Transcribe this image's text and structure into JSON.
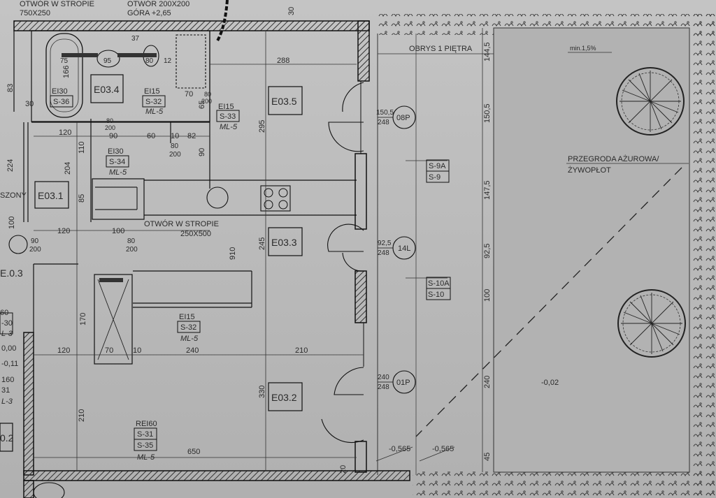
{
  "header": {
    "opening_left": "OTWÓR W STROPIE",
    "opening_left_size": "750X250",
    "opening_right": "OTWÓR 200X200",
    "opening_right_level": "GÓRA +2,65",
    "top_dim": "30"
  },
  "rooms": [
    {
      "id": "E03.4"
    },
    {
      "id": "E03.5"
    },
    {
      "id": "E03.1"
    },
    {
      "id": "E03.3"
    },
    {
      "id": "E03.2"
    },
    {
      "id": "E.0.3"
    },
    {
      "id": "0.2"
    }
  ],
  "wall_tags": [
    {
      "rating": "EI30",
      "code": "S-36"
    },
    {
      "rating": "EI15",
      "code": "S-32",
      "sub": "ML-5"
    },
    {
      "rating": "EI15",
      "code": "S-33",
      "sub": "ML-5"
    },
    {
      "rating": "EI30",
      "code": "S-34",
      "sub": "ML-5"
    },
    {
      "rating": "EI15",
      "code": "S-32",
      "sub": "ML-5"
    },
    {
      "rating": "REI60",
      "code": "S-31",
      "code2": "S-35",
      "sub": "ML-5"
    }
  ],
  "window_tags": [
    {
      "a": "S-9A",
      "b": "S-9"
    },
    {
      "a": "S-10A",
      "b": "S-10"
    }
  ],
  "door_tags": [
    {
      "size": "150,5",
      "height": "248",
      "code": "08P"
    },
    {
      "size": "92,5",
      "height": "248",
      "code": "14L"
    },
    {
      "size": "240",
      "height": "248",
      "code": "01P"
    }
  ],
  "labels": {
    "obrys": "OBRYS 1 PIĘTRA",
    "slope": "min.1,5%",
    "partition_1": "PRZEGRODA AŻUROWA/",
    "partition_2": "ŻYWOPŁOT",
    "opening_mid": "OTWÓR W STROPIE",
    "opening_mid_size": "250X500",
    "level_terrace": "-0,02",
    "level_a": "-0,565",
    "level_b": "-0,565",
    "left_word": "SZONY",
    "left_lvl1": "0,00",
    "left_lvl2": "-0,11",
    "left_code1": "-30",
    "left_code2": "31",
    "left_sub1": "L-3",
    "left_sub2": "L-3",
    "left_n1": "60",
    "left_n2": "160"
  },
  "dims": {
    "d288": "288",
    "d295": "295",
    "d910": "910",
    "d245": "245",
    "d330": "330",
    "d210a": "210",
    "d210b": "210",
    "d240": "240",
    "d650": "650",
    "d120a": "120",
    "d120b": "120",
    "d120c": "120",
    "d90a": "90",
    "d60": "60",
    "d10": "10",
    "d82": "82",
    "d90b": "90",
    "d204": "204",
    "d224": "224",
    "d110": "110",
    "d85": "85",
    "d83": "83",
    "d30": "30",
    "d166": "166",
    "d75": "75",
    "d95": "95",
    "d80": "80",
    "d12": "12",
    "d70a": "70",
    "d65": "65",
    "d37": "37",
    "d100": "100",
    "d170": "170",
    "d70b": "70",
    "d10b": "10",
    "d80_200a": "80",
    "d80_200b": "200",
    "d80_200c": "80",
    "d80_200d": "200",
    "d80_200e": "80",
    "d80_200f": "200",
    "d80_200g": "80",
    "d80_200h": "200",
    "d90_200a": "90",
    "d90_200b": "200",
    "d20": "20",
    "d100b": "100",
    "r1445": "144,5",
    "r1505": "150,5",
    "r1475": "147,5",
    "r925": "92,5",
    "r100": "100",
    "r240": "240",
    "r45": "45"
  }
}
